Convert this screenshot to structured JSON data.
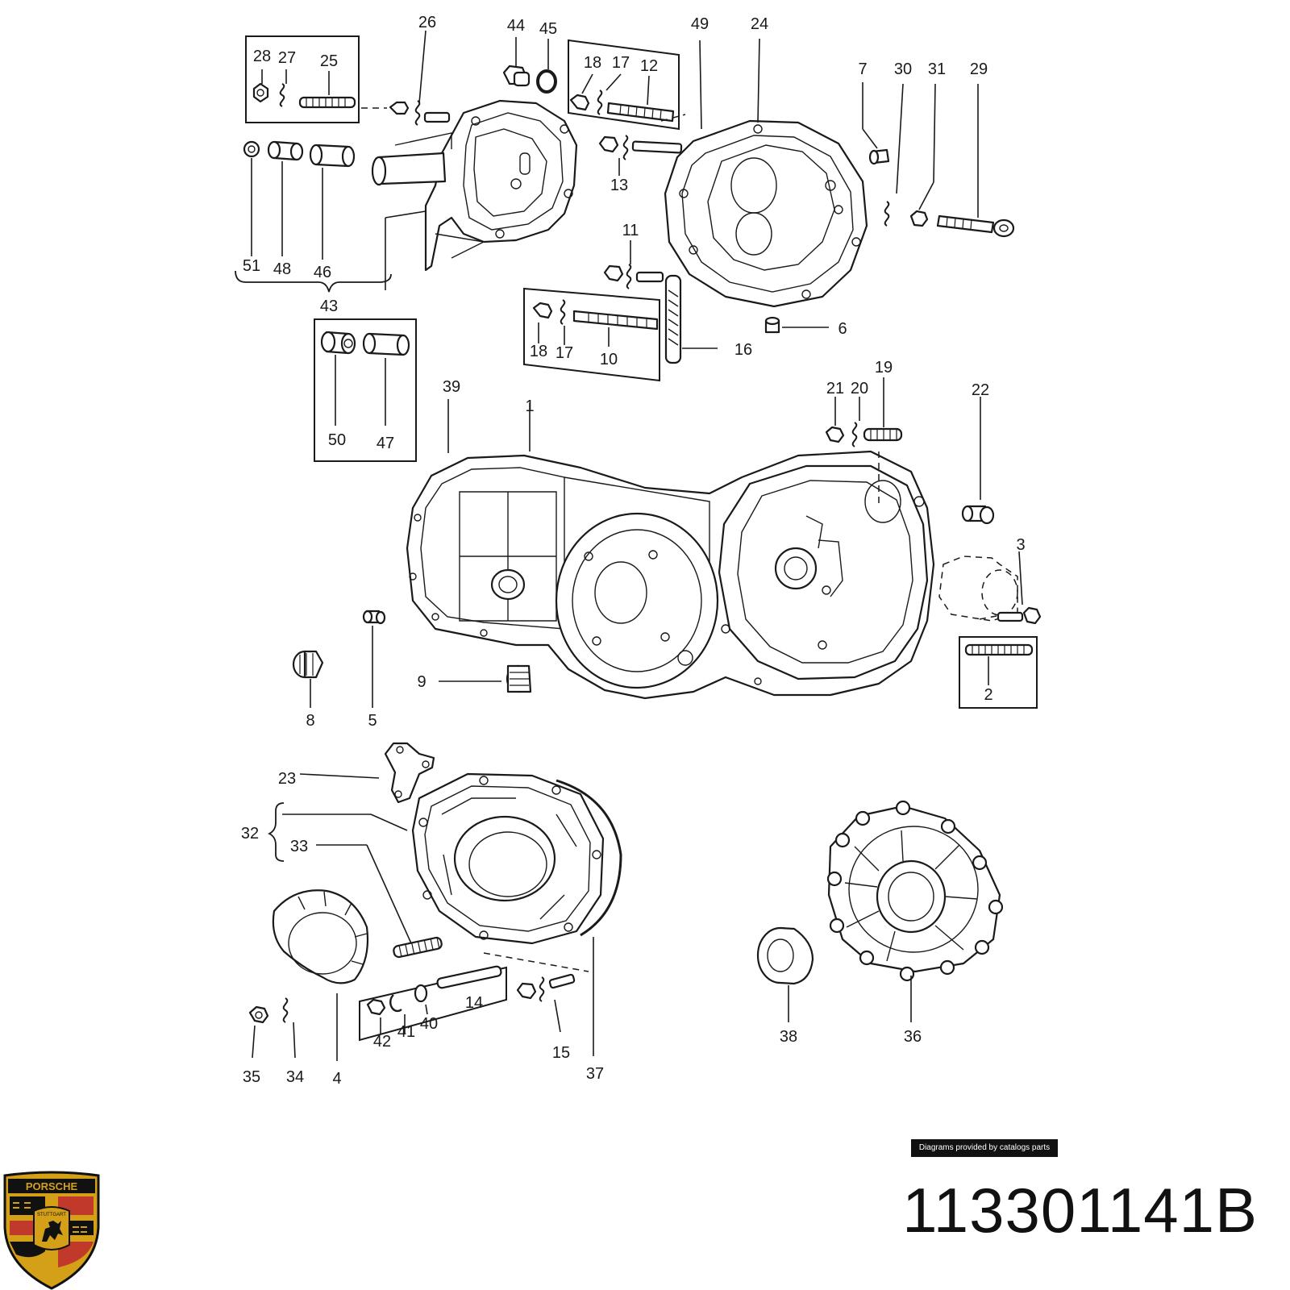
{
  "callouts": [
    {
      "id": "1",
      "text": "1"
    },
    {
      "id": "2",
      "text": "2"
    },
    {
      "id": "3",
      "text": "3"
    },
    {
      "id": "4",
      "text": "4"
    },
    {
      "id": "5",
      "text": "5"
    },
    {
      "id": "6",
      "text": "6"
    },
    {
      "id": "7",
      "text": "7"
    },
    {
      "id": "8",
      "text": "8"
    },
    {
      "id": "9",
      "text": "9"
    },
    {
      "id": "10",
      "text": "10"
    },
    {
      "id": "11",
      "text": "11"
    },
    {
      "id": "12",
      "text": "12"
    },
    {
      "id": "13",
      "text": "13"
    },
    {
      "id": "14",
      "text": "14"
    },
    {
      "id": "15",
      "text": "15"
    },
    {
      "id": "16",
      "text": "16"
    },
    {
      "id": "17a",
      "text": "17"
    },
    {
      "id": "17b",
      "text": "17"
    },
    {
      "id": "18a",
      "text": "18"
    },
    {
      "id": "18b",
      "text": "18"
    },
    {
      "id": "19",
      "text": "19"
    },
    {
      "id": "20",
      "text": "20"
    },
    {
      "id": "21",
      "text": "21"
    },
    {
      "id": "22",
      "text": "22"
    },
    {
      "id": "23",
      "text": "23"
    },
    {
      "id": "24",
      "text": "24"
    },
    {
      "id": "25",
      "text": "25"
    },
    {
      "id": "26",
      "text": "26"
    },
    {
      "id": "27",
      "text": "27"
    },
    {
      "id": "28",
      "text": "28"
    },
    {
      "id": "29",
      "text": "29"
    },
    {
      "id": "30",
      "text": "30"
    },
    {
      "id": "31",
      "text": "31"
    },
    {
      "id": "32",
      "text": "32"
    },
    {
      "id": "33",
      "text": "33"
    },
    {
      "id": "34",
      "text": "34"
    },
    {
      "id": "35",
      "text": "35"
    },
    {
      "id": "36",
      "text": "36"
    },
    {
      "id": "37",
      "text": "37"
    },
    {
      "id": "38",
      "text": "38"
    },
    {
      "id": "39",
      "text": "39"
    },
    {
      "id": "40",
      "text": "40"
    },
    {
      "id": "41",
      "text": "41"
    },
    {
      "id": "42",
      "text": "42"
    },
    {
      "id": "43",
      "text": "43"
    },
    {
      "id": "44",
      "text": "44"
    },
    {
      "id": "45",
      "text": "45"
    },
    {
      "id": "46",
      "text": "46"
    },
    {
      "id": "47",
      "text": "47"
    },
    {
      "id": "48",
      "text": "48"
    },
    {
      "id": "49",
      "text": "49"
    },
    {
      "id": "50",
      "text": "50"
    },
    {
      "id": "51",
      "text": "51"
    }
  ],
  "credit": "Diagrams provided by catalogs parts",
  "part_number": "113301141B",
  "logo": {
    "brand": "PORSCHE",
    "city": "STUTTGART",
    "colors": {
      "gold": "#d4a017",
      "red": "#c0392b",
      "black": "#111111"
    }
  }
}
